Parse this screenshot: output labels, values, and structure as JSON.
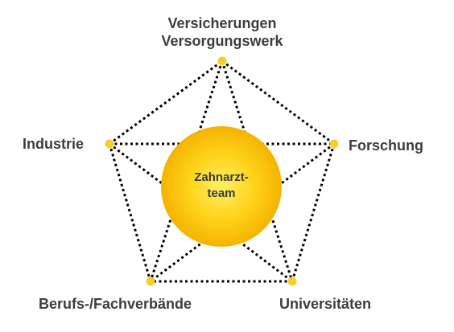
{
  "diagram": {
    "center": {
      "line1": "Zahnarzt-",
      "line2": "team"
    },
    "nodes": {
      "top": {
        "line1": "Versicherungen",
        "line2": "Versorgungswerk"
      },
      "right": "Forschung",
      "bottom_right": "Universitäten",
      "bottom_left": "Berufs-/Fachverbände",
      "left": "Industrie"
    },
    "colors": {
      "dot": "#f5cf2a",
      "center_inner": "#ffef66",
      "center_outer": "#f4b400",
      "connector": "#000000",
      "text": "#3d3d3d"
    }
  }
}
